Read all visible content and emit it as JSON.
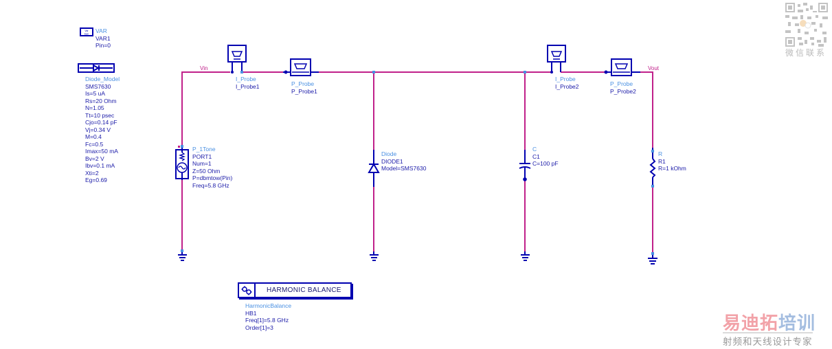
{
  "nets": {
    "vin": "Vin",
    "vout": "Vout"
  },
  "var_block": {
    "type": "VAR",
    "name": "VAR1",
    "params": [
      "Pin=0"
    ],
    "icon": "var-eqn-icon",
    "icon_text": [
      "Var",
      "Eqn"
    ]
  },
  "diode_model": {
    "type": "Diode_Model",
    "name": "SMS7630",
    "params": [
      "Is=5 uA",
      "Rs=20 Ohm",
      "N=1.05",
      "Tt=10 psec",
      "Cjo=0.14 pF",
      "Vj=0.34 V",
      "M=0.4",
      "Fc=0.5",
      "Imax=50 mA",
      "Bv=2 V",
      "Ibv=0.1 mA",
      "Xti=2",
      "Eg=0.69"
    ]
  },
  "port": {
    "type": "P_1Tone",
    "name": "PORT1",
    "params": [
      "Num=1",
      "Z=50 Ohm",
      "P=dbmtow(Pin)",
      "Freq=5.8 GHz"
    ]
  },
  "iprobe1": {
    "type": "I_Probe",
    "name": "I_Probe1"
  },
  "pprobe1": {
    "type": "P_Probe",
    "name": "P_Probe1"
  },
  "diode": {
    "type": "Diode",
    "name": "DIODE1",
    "params": [
      "Model=SMS7630"
    ]
  },
  "iprobe2": {
    "type": "I_Probe",
    "name": "I_Probe2"
  },
  "pprobe2": {
    "type": "P_Probe",
    "name": "P_Probe2"
  },
  "capacitor": {
    "type": "C",
    "name": "C1",
    "params": [
      "C=100 pF"
    ]
  },
  "resistor": {
    "type": "R",
    "name": "R1",
    "params": [
      "R=1 kOhm"
    ]
  },
  "hb": {
    "title": "HARMONIC BALANCE",
    "type": "HarmonicBalance",
    "name": "HB1",
    "params": [
      "Freq[1]=5.8 GHz",
      "Order[1]=3"
    ]
  },
  "watermark": {
    "qr_caption": "微信联系",
    "brand_red": "易迪拓",
    "brand_blue": "培训",
    "subtitle": "射频和天线设计专家"
  },
  "colors": {
    "wire": "#c0208a",
    "component": "#0000b0",
    "label_type": "#4a90e2",
    "label_text": "#1a1aa8"
  }
}
